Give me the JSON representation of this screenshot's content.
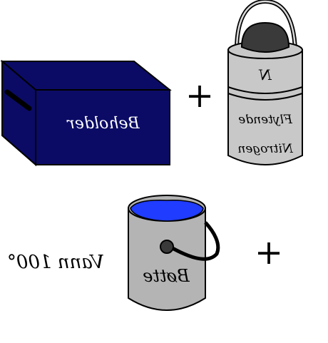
{
  "labels": {
    "box": "Beholder",
    "dewar_symbol": "N",
    "dewar_line1": "Flytende",
    "dewar_line2": "Nitrogen",
    "bucket": "Bøtte",
    "water": "Vann 100°"
  },
  "operators": {
    "plus_top": "+",
    "plus_bottom": "+"
  },
  "colors": {
    "box_face": "#0b0b66",
    "box_text": "#ffffff",
    "metal": "#c8c8c8",
    "metal_dark": "#3a3a3a",
    "water": "#1f3cff",
    "ink": "#000000"
  }
}
